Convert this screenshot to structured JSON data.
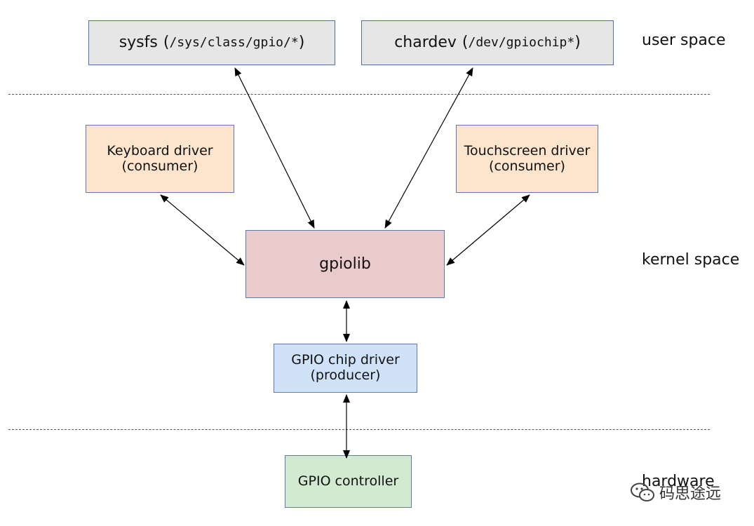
{
  "boxes": {
    "sysfs": {
      "name": "sysfs",
      "path": "/sys/class/gpio/*",
      "open": "(",
      "close": ")"
    },
    "chardev": {
      "name": "chardev",
      "path": "/dev/gpiochip*",
      "open": "(",
      "close": ")"
    },
    "keyboard": {
      "line1": "Keyboard driver",
      "line2": "(consumer)"
    },
    "touchscreen": {
      "line1": "Touchscreen driver",
      "line2": "(consumer)"
    },
    "gpiolib": {
      "label": "gpiolib"
    },
    "chip_driver": {
      "line1": "GPIO chip driver",
      "line2": "(producer)"
    },
    "controller": {
      "label": "GPIO controller"
    }
  },
  "layers": {
    "user": "user space",
    "kernel": "kernel space",
    "hardware": "hardware"
  },
  "watermark": {
    "text": "码思途远",
    "icon": "wechat-icon"
  },
  "colors": {
    "user_box": "#e6e6e6",
    "consumer_box": "#fce5cc",
    "gpiolib_box": "#e9cbcc",
    "producer_box": "#cfe2f8",
    "controller_box": "#d2ead0",
    "border": "#5f7ab0"
  }
}
